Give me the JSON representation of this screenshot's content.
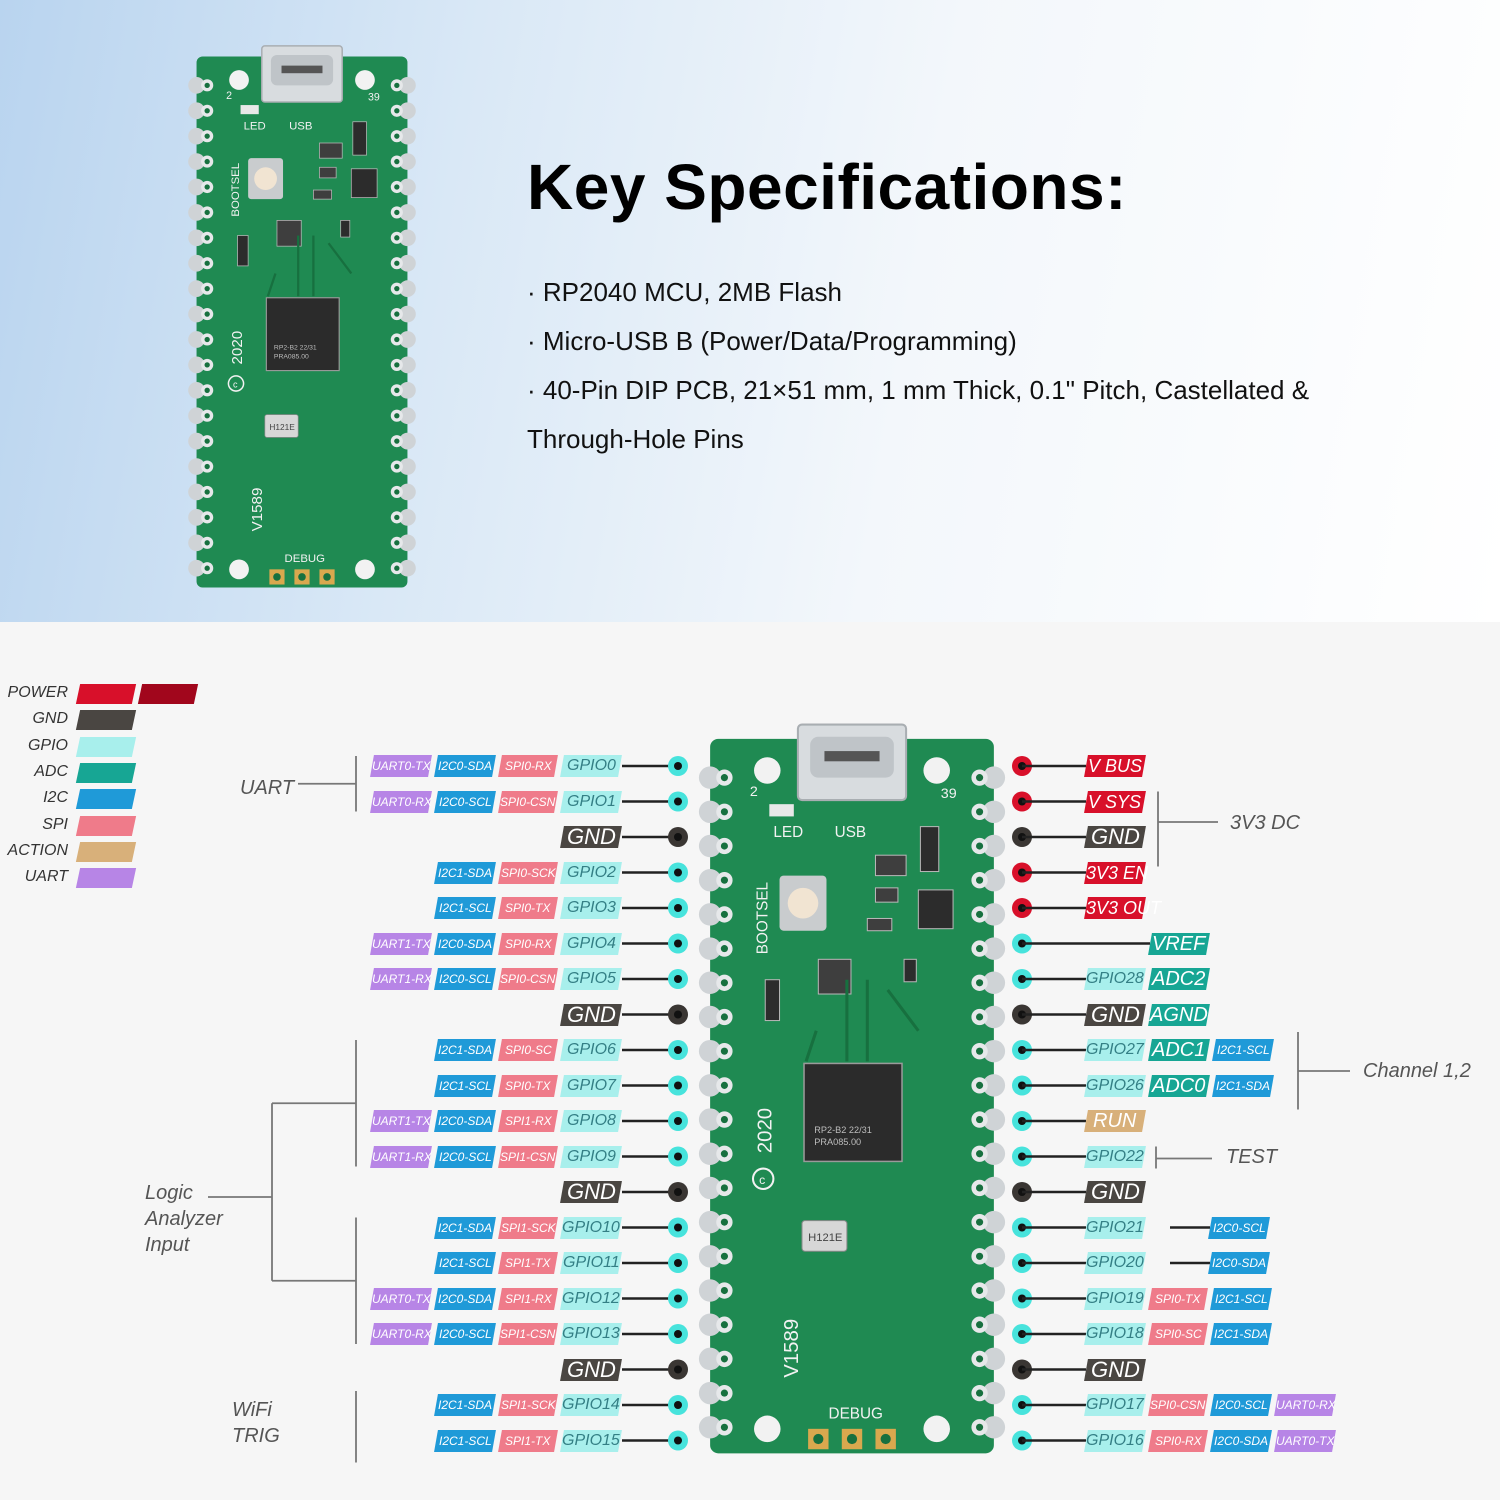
{
  "specs": {
    "title": "Key Specifications:",
    "lines": [
      "· RP2040 MCU, 2MB Flash",
      "· Micro-USB B (Power/Data/Programming)",
      "· 40-Pin DIP PCB, 21×51 mm, 1 mm Thick, 0.1\" Pitch, Castellated &",
      "Through-Hole Pins"
    ]
  },
  "board": {
    "led": "LED",
    "usb": "USB",
    "bootsel": "BOOTSEL",
    "year": "2020",
    "copyright": "©",
    "model": "V1589",
    "debug": "DEBUG",
    "pin1": "2",
    "pin39": "39",
    "chip_line1": "RP2-B2   22/31",
    "chip_line2": "PRA085.00",
    "crystal": "H121E"
  },
  "legend": [
    {
      "label": "POWER",
      "color": "#d8102a",
      "color2": "#a1061c"
    },
    {
      "label": "GND",
      "color": "#4a4642"
    },
    {
      "label": "GPIO",
      "color": "#a8efec"
    },
    {
      "label": "ADC",
      "color": "#17a694"
    },
    {
      "label": "I2C",
      "color": "#1f9ad8"
    },
    {
      "label": "SPI",
      "color": "#ef7b8a"
    },
    {
      "label": "ACTION",
      "color": "#d8b07a"
    },
    {
      "label": "UART",
      "color": "#b785e6"
    }
  ],
  "left_pins": [
    {
      "tags": [
        [
          "uart",
          "UART0-TX"
        ],
        [
          "i2c",
          "I2C0-SDA"
        ],
        [
          "spi",
          "SPI0-RX"
        ],
        [
          "gpio",
          "GPIO0"
        ]
      ]
    },
    {
      "tags": [
        [
          "uart",
          "UART0-RX"
        ],
        [
          "i2c",
          "I2C0-SCL"
        ],
        [
          "spi",
          "SPI0-CSN"
        ],
        [
          "gpio",
          "GPIO1"
        ]
      ]
    },
    {
      "tags": [
        [
          "gnd",
          "GND"
        ]
      ]
    },
    {
      "tags": [
        [
          "i2c",
          "I2C1-SDA"
        ],
        [
          "spi",
          "SPI0-SCK"
        ],
        [
          "gpio",
          "GPIO2"
        ]
      ]
    },
    {
      "tags": [
        [
          "i2c",
          "I2C1-SCL"
        ],
        [
          "spi",
          "SPI0-TX"
        ],
        [
          "gpio",
          "GPIO3"
        ]
      ]
    },
    {
      "tags": [
        [
          "uart",
          "UART1-TX"
        ],
        [
          "i2c",
          "I2C0-SDA"
        ],
        [
          "spi",
          "SPI0-RX"
        ],
        [
          "gpio",
          "GPIO4"
        ]
      ]
    },
    {
      "tags": [
        [
          "uart",
          "UART1-RX"
        ],
        [
          "i2c",
          "I2C0-SCL"
        ],
        [
          "spi",
          "SPI0-CSN"
        ],
        [
          "gpio",
          "GPIO5"
        ]
      ]
    },
    {
      "tags": [
        [
          "gnd",
          "GND"
        ]
      ]
    },
    {
      "tags": [
        [
          "i2c",
          "I2C1-SDA"
        ],
        [
          "spi",
          "SPI0-SC"
        ],
        [
          "gpio",
          "GPIO6"
        ]
      ]
    },
    {
      "tags": [
        [
          "i2c",
          "I2C1-SCL"
        ],
        [
          "spi",
          "SPI0-TX"
        ],
        [
          "gpio",
          "GPIO7"
        ]
      ]
    },
    {
      "tags": [
        [
          "uart",
          "UART1-TX"
        ],
        [
          "i2c",
          "I2C0-SDA"
        ],
        [
          "spi",
          "SPI1-RX"
        ],
        [
          "gpio",
          "GPIO8"
        ]
      ]
    },
    {
      "tags": [
        [
          "uart",
          "UART1-RX"
        ],
        [
          "i2c",
          "I2C0-SCL"
        ],
        [
          "spi",
          "SPI1-CSN"
        ],
        [
          "gpio",
          "GPIO9"
        ]
      ]
    },
    {
      "tags": [
        [
          "gnd",
          "GND"
        ]
      ]
    },
    {
      "tags": [
        [
          "i2c",
          "I2C1-SDA"
        ],
        [
          "spi",
          "SPI1-SCK"
        ],
        [
          "gpio",
          "GPIO10"
        ]
      ]
    },
    {
      "tags": [
        [
          "i2c",
          "I2C1-SCL"
        ],
        [
          "spi",
          "SPI1-TX"
        ],
        [
          "gpio",
          "GPIO11"
        ]
      ]
    },
    {
      "tags": [
        [
          "uart",
          "UART0-TX"
        ],
        [
          "i2c",
          "I2C0-SDA"
        ],
        [
          "spi",
          "SPI1-RX"
        ],
        [
          "gpio",
          "GPIO12"
        ]
      ]
    },
    {
      "tags": [
        [
          "uart",
          "UART0-RX"
        ],
        [
          "i2c",
          "I2C0-SCL"
        ],
        [
          "spi",
          "SPI1-CSN"
        ],
        [
          "gpio",
          "GPIO13"
        ]
      ]
    },
    {
      "tags": [
        [
          "gnd",
          "GND"
        ]
      ]
    },
    {
      "tags": [
        [
          "i2c",
          "I2C1-SDA"
        ],
        [
          "spi",
          "SPI1-SCK"
        ],
        [
          "gpio",
          "GPIO14"
        ]
      ]
    },
    {
      "tags": [
        [
          "i2c",
          "I2C1-SCL"
        ],
        [
          "spi",
          "SPI1-TX"
        ],
        [
          "gpio",
          "GPIO15"
        ]
      ]
    }
  ],
  "right_pins": [
    {
      "dot": "power",
      "tags": [
        [
          "power",
          "V BUS"
        ]
      ]
    },
    {
      "dot": "power",
      "tags": [
        [
          "power",
          "V SYS"
        ]
      ]
    },
    {
      "dot": "gnd",
      "tags": [
        [
          "gnd",
          "GND"
        ]
      ]
    },
    {
      "dot": "power",
      "tags": [
        [
          "power",
          "3V3 EN"
        ]
      ]
    },
    {
      "dot": "power",
      "tags": [
        [
          "power",
          "3V3 OUT"
        ]
      ]
    },
    {
      "dot": "gpio",
      "tags": [
        [
          "adc",
          "VREF"
        ]
      ]
    },
    {
      "dot": "gpio",
      "tags": [
        [
          "gpio",
          "GPIO28"
        ],
        [
          "adc",
          "ADC2"
        ]
      ]
    },
    {
      "dot": "gnd",
      "tags": [
        [
          "gnd",
          "GND"
        ],
        [
          "adc",
          "AGND"
        ]
      ]
    },
    {
      "dot": "gpio",
      "tags": [
        [
          "gpio",
          "GPIO27"
        ],
        [
          "adc",
          "ADC1"
        ],
        [
          "i2c",
          "I2C1-SCL"
        ]
      ]
    },
    {
      "dot": "gpio",
      "tags": [
        [
          "gpio",
          "GPIO26"
        ],
        [
          "adc",
          "ADC0"
        ],
        [
          "i2c",
          "I2C1-SDA"
        ]
      ]
    },
    {
      "dot": "gpio",
      "tags": [
        [
          "action",
          "RUN"
        ]
      ]
    },
    {
      "dot": "gpio",
      "tags": [
        [
          "gpio",
          "GPIO22"
        ]
      ]
    },
    {
      "dot": "gnd",
      "tags": [
        [
          "gnd",
          "GND"
        ]
      ]
    },
    {
      "dot": "gpio",
      "tags": [
        [
          "gpio",
          "GPIO21"
        ],
        [
          "i2c",
          "I2C0-SCL"
        ]
      ]
    },
    {
      "dot": "gpio",
      "tags": [
        [
          "gpio",
          "GPIO20"
        ],
        [
          "i2c",
          "I2C0-SDA"
        ]
      ]
    },
    {
      "dot": "gpio",
      "tags": [
        [
          "gpio",
          "GPIO19"
        ],
        [
          "spi",
          "SPI0-TX"
        ],
        [
          "i2c",
          "I2C1-SCL"
        ]
      ]
    },
    {
      "dot": "gpio",
      "tags": [
        [
          "gpio",
          "GPIO18"
        ],
        [
          "spi",
          "SPI0-SC"
        ],
        [
          "i2c",
          "I2C1-SDA"
        ]
      ]
    },
    {
      "dot": "gnd",
      "tags": [
        [
          "gnd",
          "GND"
        ]
      ]
    },
    {
      "dot": "gpio",
      "tags": [
        [
          "gpio",
          "GPIO17"
        ],
        [
          "spi",
          "SPI0-CSN"
        ],
        [
          "i2c",
          "I2C0-SCL"
        ],
        [
          "uart",
          "UART0-RX"
        ]
      ]
    },
    {
      "dot": "gpio",
      "tags": [
        [
          "gpio",
          "GPIO16"
        ],
        [
          "spi",
          "SPI0-RX"
        ],
        [
          "i2c",
          "I2C0-SDA"
        ],
        [
          "uart",
          "UART0-TX"
        ]
      ]
    }
  ],
  "groups": {
    "uart": "UART",
    "logic": "Logic\nAnalyzer\nInput",
    "wifi": "WiFi\nTRIG",
    "dc": "3V3 DC",
    "channel": "Channel 1,2",
    "test": "TEST"
  },
  "colors": {
    "pcb": "#1f8a52",
    "pcb_dark": "#17703f",
    "pad": "#cfd3d6",
    "dot_power": "#d8102a",
    "dot_gnd": "#3a3633",
    "dot_gpio": "#47e3dc"
  }
}
